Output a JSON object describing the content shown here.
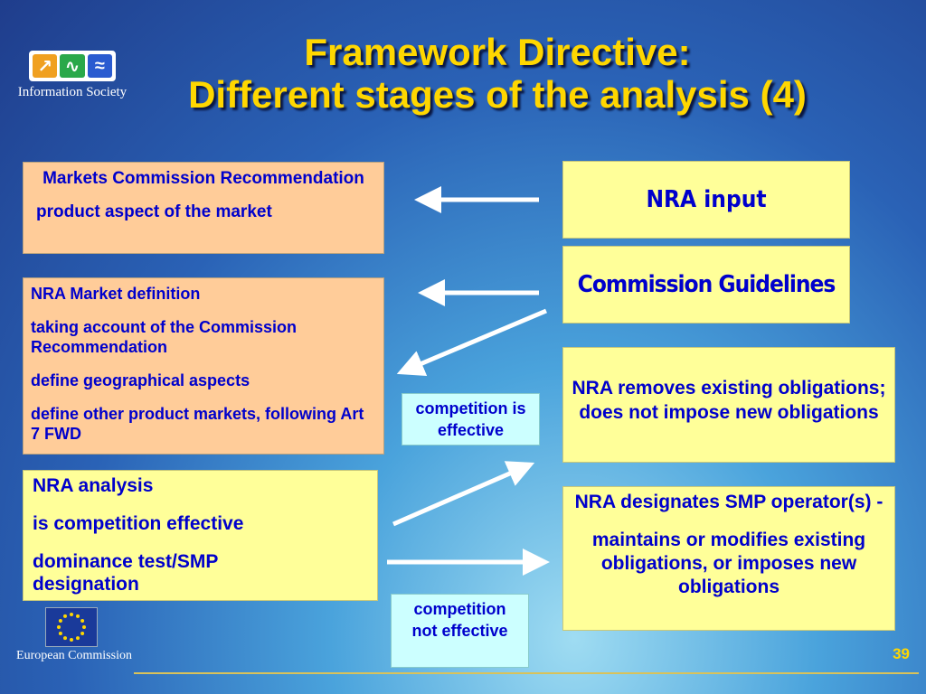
{
  "slide": {
    "title_line1": "Framework Directive:",
    "title_line2": "Different stages of the analysis (4)",
    "page_number": "39"
  },
  "logos": {
    "info_society_text": "Information Society",
    "european_commission_text": "European Commission"
  },
  "boxes": {
    "markets_rec": {
      "line1": "Markets Commission Recommendation",
      "line2": "product aspect of the market"
    },
    "nra_input": "NRA input",
    "commission_guidelines": "Commission Guidelines",
    "market_definition": {
      "p1": "NRA Market definition",
      "p2": "taking account of the Commission Recommendation",
      "p3": "define geographical aspects",
      "p4": "define other product markets, following Art 7 FWD"
    },
    "competition_effective": "competition is effective",
    "nra_removes": "NRA removes existing obligations;\ndoes not impose new obligations",
    "nra_analysis": {
      "p1": "NRA analysis",
      "p2": "is competition effective",
      "p3": "dominance test/SMP designation"
    },
    "nra_designates": {
      "p1": "NRA designates SMP operator(s) -",
      "p2": "maintains or modifies existing obligations, or imposes new obligations"
    },
    "competition_not_effective": "competition not effective"
  },
  "colors": {
    "title": "#ffd700",
    "box_text": "#0000cc",
    "peach": "#ffcc99",
    "yellow": "#ffff99",
    "cyan": "#ccffff",
    "arrow": "#ffffff"
  }
}
